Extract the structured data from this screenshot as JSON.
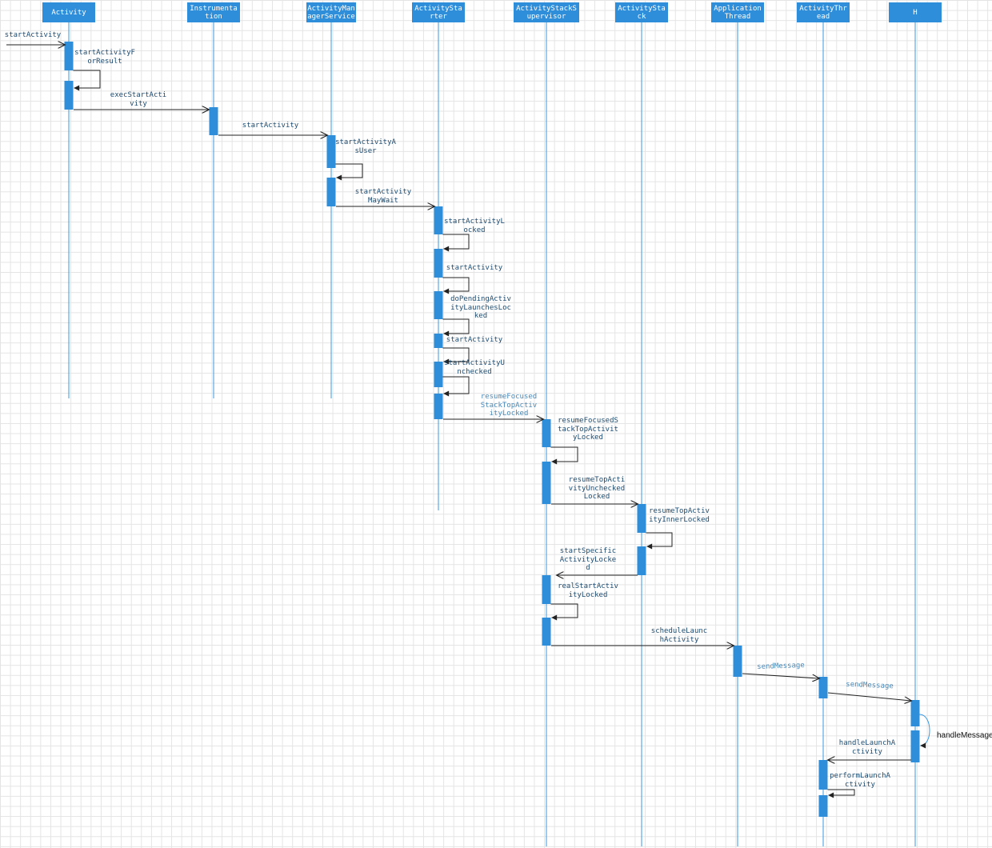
{
  "colors": {
    "header": "#2f8ed9",
    "lifeline": "#3a9ae0",
    "activation": "#2f8ed9",
    "arrow": "#222222"
  },
  "lifelines": [
    {
      "id": "activity",
      "label": "Activity"
    },
    {
      "id": "instrumentation",
      "label": "Instrumenta\ntion"
    },
    {
      "id": "ams",
      "label": "ActivityMan\nagerService"
    },
    {
      "id": "starter",
      "label": "ActivitySta\nrter"
    },
    {
      "id": "supervisor",
      "label": "ActivityStackS\nupervisor"
    },
    {
      "id": "stack",
      "label": "ActivitySta\nck"
    },
    {
      "id": "appthread",
      "label": "Application\nThread"
    },
    {
      "id": "thread",
      "label": "ActivityThr\nead"
    },
    {
      "id": "h",
      "label": "H"
    }
  ],
  "messages": [
    {
      "id": "m01",
      "label": "startActivity",
      "from": "external",
      "to": "activity",
      "kind": "call"
    },
    {
      "id": "m02",
      "label": "startActivityF\norResult",
      "from": "activity",
      "to": "activity",
      "kind": "self"
    },
    {
      "id": "m03",
      "label": "execStartActi\nvity",
      "from": "activity",
      "to": "instrumentation",
      "kind": "call"
    },
    {
      "id": "m04",
      "label": "startActivity",
      "from": "instrumentation",
      "to": "ams",
      "kind": "call"
    },
    {
      "id": "m05",
      "label": "startActivityA\nsUser",
      "from": "ams",
      "to": "ams",
      "kind": "self"
    },
    {
      "id": "m06",
      "label": "startActivity\nMayWait",
      "from": "ams",
      "to": "starter",
      "kind": "call"
    },
    {
      "id": "m07",
      "label": "startActivityL\nocked",
      "from": "starter",
      "to": "starter",
      "kind": "self"
    },
    {
      "id": "m08",
      "label": "startActivity",
      "from": "starter",
      "to": "starter",
      "kind": "self"
    },
    {
      "id": "m09",
      "label": "doPendingActiv\nityLaunchesLoc\nked",
      "from": "starter",
      "to": "starter",
      "kind": "self"
    },
    {
      "id": "m10",
      "label": "startActivity",
      "from": "starter",
      "to": "starter",
      "kind": "self"
    },
    {
      "id": "m11",
      "label": "startActivityU\nnchecked",
      "from": "starter",
      "to": "starter",
      "kind": "self"
    },
    {
      "id": "m12",
      "label": "resumeFocused\nStackTopActiv\nityLocked",
      "from": "starter",
      "to": "supervisor",
      "kind": "call"
    },
    {
      "id": "m13",
      "label": "resumeFocusedS\ntackTopActivit\nyLocked",
      "from": "supervisor",
      "to": "supervisor",
      "kind": "self"
    },
    {
      "id": "m14",
      "label": "resumeTopActi\nvityUnchecked\nLocked",
      "from": "supervisor",
      "to": "stack",
      "kind": "call"
    },
    {
      "id": "m15",
      "label": "resumeTopActiv\nityInnerLocked",
      "from": "stack",
      "to": "stack",
      "kind": "self"
    },
    {
      "id": "m16",
      "label": "startSpecific\nActivityLocke\nd",
      "from": "stack",
      "to": "supervisor",
      "kind": "call"
    },
    {
      "id": "m17",
      "label": "realStartActiv\nityLocked",
      "from": "supervisor",
      "to": "supervisor",
      "kind": "self"
    },
    {
      "id": "m18",
      "label": "scheduleLaunc\nhActivity",
      "from": "supervisor",
      "to": "appthread",
      "kind": "call"
    },
    {
      "id": "m19",
      "label": "sendMessage",
      "from": "appthread",
      "to": "thread",
      "kind": "call"
    },
    {
      "id": "m20",
      "label": "sendMessage",
      "from": "thread",
      "to": "h",
      "kind": "call"
    },
    {
      "id": "m21",
      "label": "handleMessage",
      "from": "h",
      "to": "h",
      "kind": "self"
    },
    {
      "id": "m22",
      "label": "handleLaunchA\nctivity",
      "from": "h",
      "to": "thread",
      "kind": "call"
    },
    {
      "id": "m23",
      "label": "performLaunchA\nctivity",
      "from": "thread",
      "to": "thread",
      "kind": "self"
    }
  ]
}
